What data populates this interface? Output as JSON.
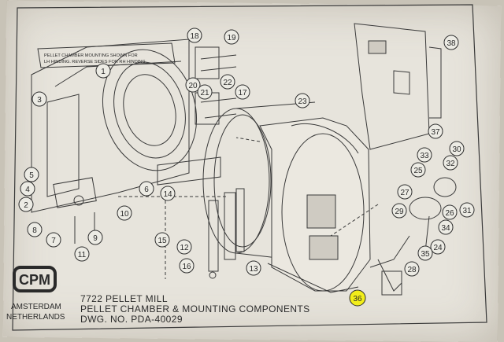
{
  "note": "PELLET CHAMBER MOUNTING SHOWN FOR LH HINDING. REVERSE SIDES FOR RH HINDING.",
  "logo": {
    "text": "CPM",
    "city": "AMSTERDAM",
    "country": "NETHERLANDS"
  },
  "title": {
    "line1": "7722 PELLET MILL",
    "line2": "PELLET CHAMBER & MOUNTING COMPONENTS",
    "line3": "DWG. NO. PDA-40029"
  },
  "callouts": [
    "1",
    "2",
    "3",
    "4",
    "5",
    "6",
    "7",
    "8",
    "9",
    "10",
    "11",
    "12",
    "13",
    "14",
    "15",
    "16",
    "17",
    "18",
    "19",
    "20",
    "21",
    "22",
    "23",
    "24",
    "25",
    "26",
    "27",
    "28",
    "29",
    "30",
    "31",
    "32",
    "33",
    "34",
    "35",
    "36",
    "37",
    "38"
  ],
  "highlighted_callout": "36",
  "colors": {
    "paper": "#e7e4dc",
    "ink": "#2f2f2f",
    "highlight": "#f2ee1a"
  }
}
